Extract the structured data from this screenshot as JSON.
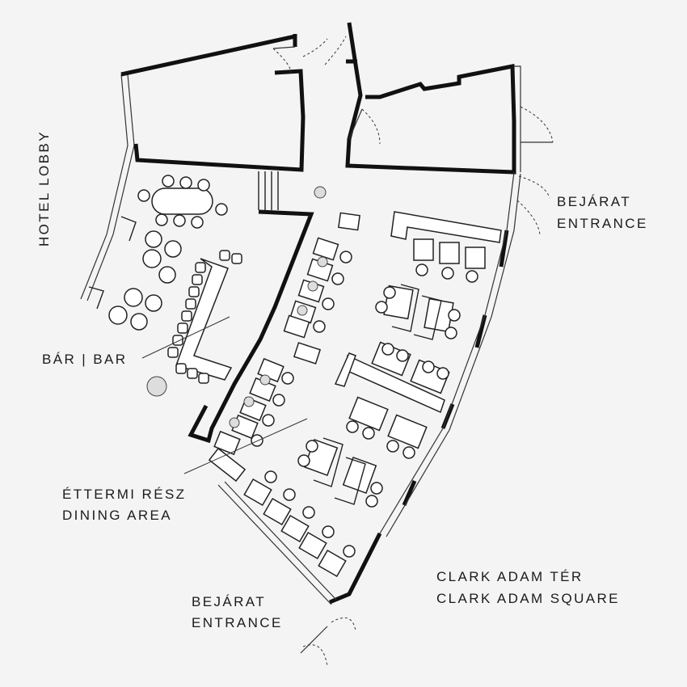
{
  "labels": {
    "hotel_lobby": "HOTEL LOBBY",
    "bar": "BÁR | BAR",
    "dining_hu": "ÉTTERMI RÉSZ",
    "dining_en": "DINING AREA",
    "entrance_top_hu": "BEJÁRAT",
    "entrance_top_en": "ENTRANCE",
    "entrance_bottom_hu": "BEJÁRAT",
    "entrance_bottom_en": "ENTRANCE",
    "square_hu": "CLARK ADAM TÉR",
    "square_en": "CLARK ADAM SQUARE"
  }
}
